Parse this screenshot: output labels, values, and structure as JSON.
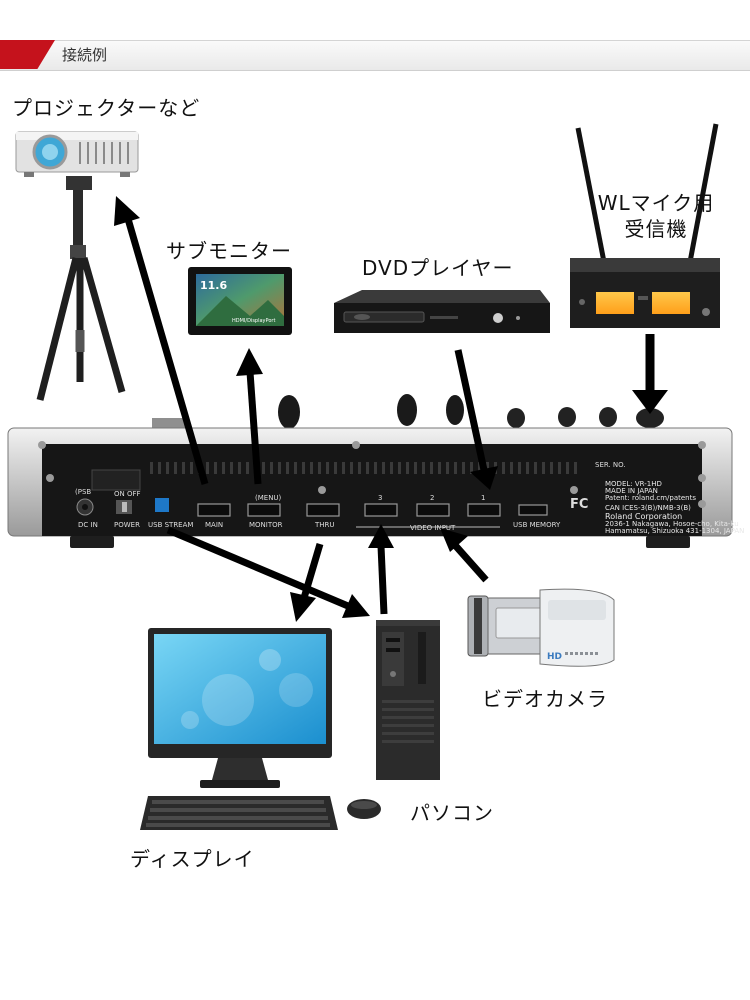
{
  "header": {
    "title": "接続例"
  },
  "labels": {
    "projector": "プロジェクターなど",
    "sub_monitor": "サブモニター",
    "dvd": "DVDプレイヤー",
    "wl_mic_line1": "WLマイク用",
    "wl_mic_line2": "受信機",
    "video_camera": "ビデオカメラ",
    "pc": "パソコン",
    "display": "ディスプレイ"
  },
  "device_panel": {
    "ports": {
      "dc_in": "DC IN",
      "power": "POWER",
      "on_off": "ON  OFF",
      "usb_stream": "USB STREAM",
      "main": "MAIN",
      "menu": "(MENU)",
      "monitor": "MONITOR",
      "thru": "THRU",
      "video_input": "VIDEO INPUT",
      "input_3": "3",
      "input_2": "2",
      "input_1": "1",
      "usb_memory": "USB MEMORY",
      "psb": "(PSB"
    },
    "plate": {
      "ser_no": "SER. NO.",
      "model": "MODEL: VR-1HD",
      "made_in": "MADE IN JAPAN",
      "patent": "Patent: roland.cm/patents",
      "can": "CAN ICES-3(B)/NMB-3(B)",
      "brand": "Roland Corporation",
      "addr1": "2036-1 Nakagawa, Hosoe-cho, Kita-ku",
      "addr2": "Hamamatsu, Shizuoka 431-1304, JAPAN",
      "fc": "FC"
    }
  },
  "monitor_screen": {
    "value": "11.6",
    "caption": "HDMI/DisplayPort"
  },
  "camera_badge": "HD"
}
